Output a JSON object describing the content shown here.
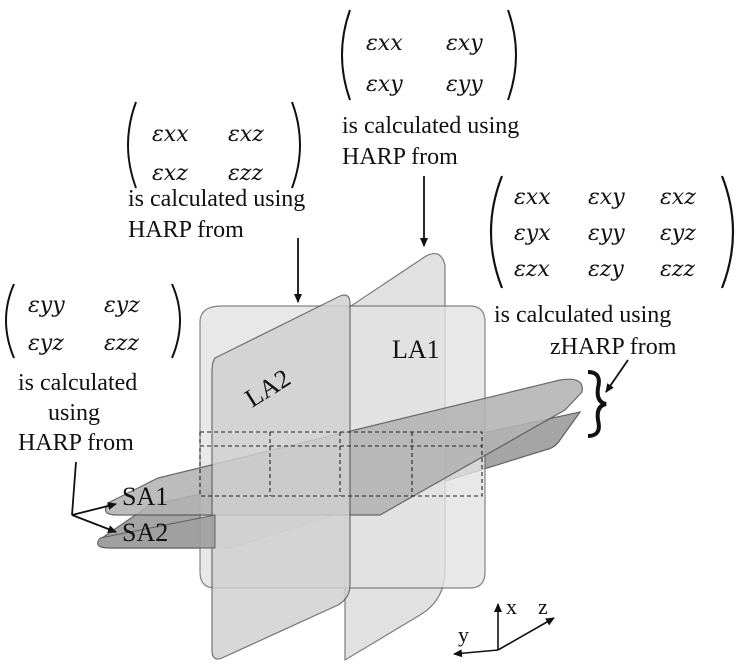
{
  "colors": {
    "plane_fill": "#d9d9d9",
    "plane_dark": "#9a9a9a",
    "plane_stroke": "#555555",
    "ink": "#111111"
  },
  "planes": {
    "la1": "LA1",
    "la2": "LA2",
    "sa1": "SA1",
    "sa2": "SA2"
  },
  "annotations": {
    "la1_tensor": {
      "rows": [
        [
          "εxx",
          "εxy"
        ],
        [
          "εxy",
          "εyy"
        ]
      ],
      "line1": "is calculated using",
      "line2": "HARP from"
    },
    "la2_tensor": {
      "rows": [
        [
          "εxx",
          "εxz"
        ],
        [
          "εxz",
          "εzz"
        ]
      ],
      "line1": "is calculated using",
      "line2": "HARP from"
    },
    "full_tensor": {
      "rows": [
        [
          "εxx",
          "εxy",
          "εxz"
        ],
        [
          "εyx",
          "εyy",
          "εyz"
        ],
        [
          "εzx",
          "εzy",
          "εzz"
        ]
      ],
      "line1": "is calculated using",
      "line2": "zHARP from"
    },
    "sa_tensor": {
      "rows": [
        [
          "εyy",
          "εyz"
        ],
        [
          "εyz",
          "εzz"
        ]
      ],
      "line1": "is calculated",
      "line2": "using",
      "line3": "HARP from"
    }
  },
  "axes": {
    "x": "x",
    "y": "y",
    "z": "z"
  }
}
